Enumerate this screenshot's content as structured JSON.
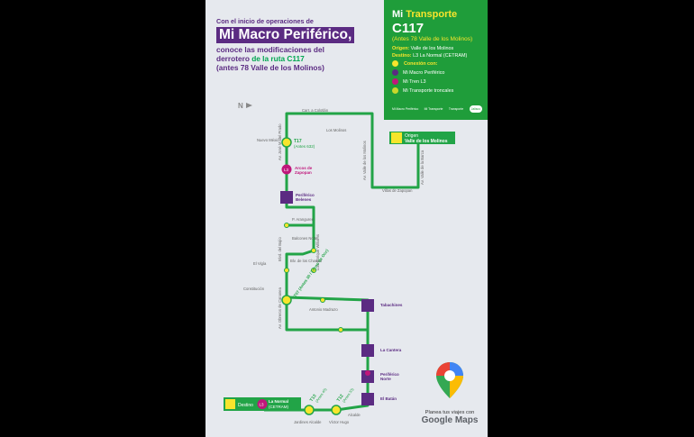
{
  "headline": {
    "line1": "Con el inicio de operaciones de",
    "line2": "Mi Macro Periférico,",
    "line3a": "conoce las modificaciones del",
    "line3b": "derrotero ",
    "line3c": "de la ruta C117",
    "line4": "(antes 78 Valle de los Molinos)"
  },
  "panel": {
    "brand_a": "Mi ",
    "brand_b": "Transporte",
    "route": "C117",
    "formerly": "(Antes 78 Valle de los Molinos)",
    "origin_label": "Origen:",
    "origin_value": " Valle de los Molinos",
    "dest_label": "Destino:",
    "dest_value": " L3 La Normal (CETRAM)",
    "connection_title": "Conexión con:",
    "connections": [
      {
        "label": "Mi Macro Periférico",
        "color": "#5b2b82"
      },
      {
        "label": "Mi Tren L3",
        "color": "#c0177b"
      },
      {
        "label": "Mi Transporte troncales",
        "color": "#c8d72b"
      }
    ],
    "footer": [
      "Mi Macro Periférico",
      "Mi Transporte",
      "Transporte",
      "Jalisco"
    ]
  },
  "map": {
    "north": "N",
    "streets": [
      "Carr. a Colotlán",
      "Los Molinos",
      "Av. Valle de los Molinos",
      "Av. Valle de la Barca",
      "Villas de Zapopan",
      "Av. José M. del Prado",
      "Nuevo México",
      "P. Aranguren",
      "Balcones Norte",
      "Blvd. del Bajío",
      "Luis Enrique Williams",
      "El Vigía",
      "Blv. de los Charros",
      "Constitución",
      "Av. Obreros de Cananea",
      "Antonio Madrazo",
      "Alcalde",
      "Jardines Alcalde",
      "Víctor Hugo"
    ],
    "stations": {
      "origin": "Origen",
      "origin_name": "Valle de los Molinos",
      "t17": "T17",
      "t17_sub": "(Antes 632)",
      "arcos_a": "Arcos de",
      "arcos_b": "Zapopan",
      "balcones_a": "Periférico",
      "balcones_b": "Belenes",
      "t07": "T07 (Antes 30 / Tecno de Occ)",
      "tabachines": "Tabachines",
      "cantera": "La Cantera",
      "perinorte_a": "Periférico",
      "perinorte_b": "Norte",
      "baton": "El Batán",
      "t12": "T12",
      "t12_sub": "(Antes 33)",
      "t13": "T13",
      "t13_sub": "(Antes 45)",
      "destino": "Destino",
      "l3": "L3",
      "normal_a": "La Normal",
      "normal_b": "(CETRAM)"
    }
  },
  "google": {
    "line1": "Planea tus viajes con",
    "line2": "Google Maps"
  },
  "colors": {
    "route": "#22a447",
    "purple": "#5b2b82",
    "magenta": "#c0177b",
    "yellow": "#c8d72b",
    "background": "#e6e9ee"
  }
}
